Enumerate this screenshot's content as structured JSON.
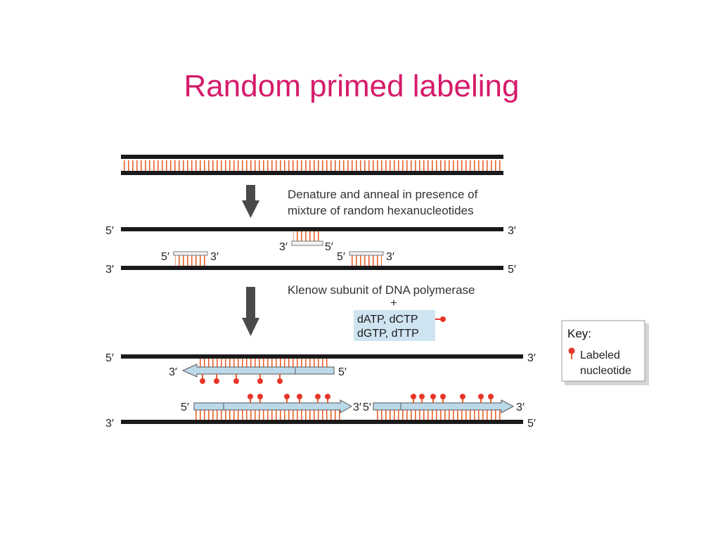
{
  "title": "Random primed labeling",
  "steps": {
    "step1_line1": "Denature and anneal in presence of",
    "step1_line2": "mixture of random hexanucleotides",
    "step2_line1": "Klenow subunit of DNA polymerase",
    "plus": "+",
    "reagents_line1": "dATP, dCTP",
    "reagents_line2": "dGTP, dTTP"
  },
  "ends": {
    "five": "5′",
    "three": "3′"
  },
  "key": {
    "title": "Key:",
    "line1": "Labeled",
    "line2": "nucleotide"
  },
  "colors": {
    "title": "#d61b6a",
    "strand": "#1a1a1a",
    "base_rung": "#e8622c",
    "label_dot": "#e8352a",
    "new_strand_fill": "#bcd9ea",
    "reagent_box": "#cfe4f1"
  }
}
